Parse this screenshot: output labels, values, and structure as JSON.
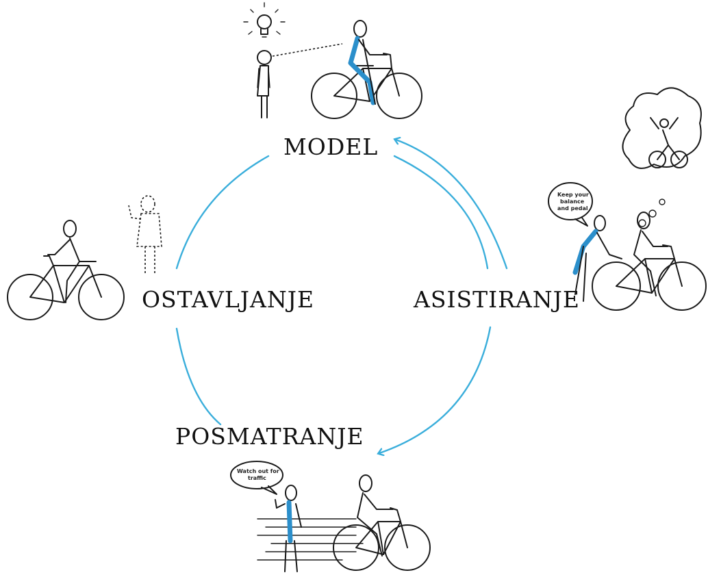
{
  "stages": {
    "model": "MODEL",
    "assisting": "ASISTIRANJE",
    "observing": "POSMATRANJE",
    "leaving": "OSTAVLJANJE"
  },
  "speech_bubbles": {
    "assist_line1": "Keep your",
    "assist_line2": "balance",
    "assist_line3": "and pedal",
    "observe_line1": "Watch out for",
    "observe_line2": "traffic"
  },
  "colors": {
    "cycle_arrows": "#3aaedb",
    "highlight": "#2b8fcb",
    "ink": "#1a1a1a"
  },
  "icons": [
    "lightbulb-icon",
    "thought-cloud-icon",
    "bicycle-icon",
    "person-icon"
  ]
}
